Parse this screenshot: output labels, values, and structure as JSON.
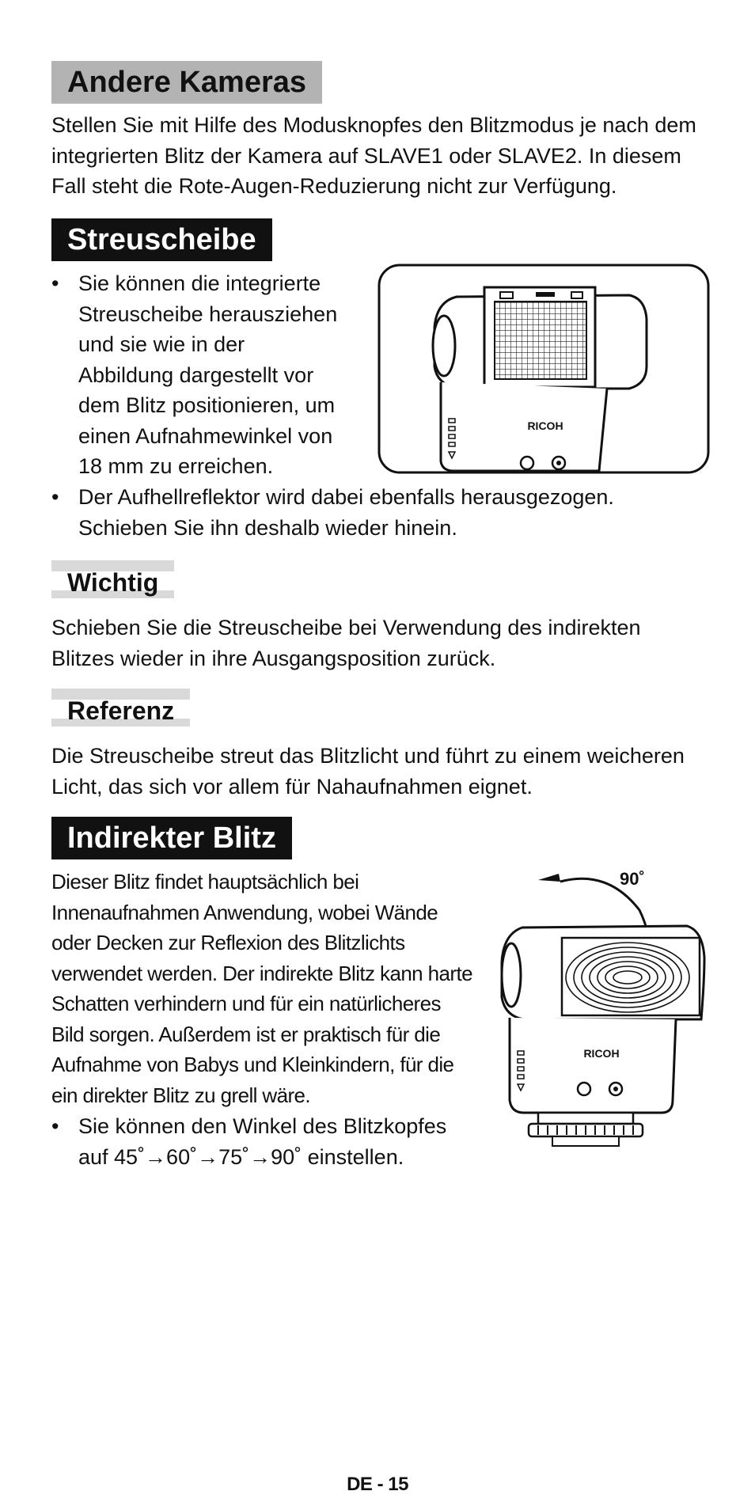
{
  "sections": {
    "andere": {
      "heading": "Andere Kameras",
      "lines": [
        "Stellen Sie mit Hilfe des Modusknopfes den Blitzmodus je nach dem",
        "integrierten Blitz der Kamera auf SLAVE1 oder SLAVE2. In diesem",
        "Fall steht die Rote-Augen-Reduzierung nicht zur Verfügung."
      ]
    },
    "streuscheibe": {
      "heading": "Streuscheibe",
      "bullet_symbol": "•",
      "bullet1_lines": [
        "Sie können die integrierte",
        "Streuscheibe herausziehen",
        "und sie wie in der",
        "Abbildung dargestellt vor",
        "dem Blitz positionieren, um",
        "einen Aufnahmewinkel von",
        "18 mm zu erreichen."
      ],
      "bullet2_lines": [
        "Der Aufhellreflektor wird dabei ebenfalls herausgezogen.",
        "Schieben Sie ihn deshalb wieder hinein."
      ],
      "figure_brand": "RICOH"
    },
    "wichtig": {
      "heading": "Wichtig",
      "lines": [
        "Schieben Sie die Streuscheibe bei Verwendung des indirekten",
        "Blitzes wieder in ihre Ausgangsposition zurück."
      ]
    },
    "referenz": {
      "heading": "Referenz",
      "lines": [
        "Die Streuscheibe streut das Blitzlicht und führt zu einem weicheren",
        "Licht, das sich vor allem für Nahaufnahmen eignet."
      ]
    },
    "indirekt": {
      "heading": "Indirekter Blitz",
      "lines": [
        "Dieser Blitz findet hauptsächlich bei",
        "Innenaufnahmen Anwendung, wobei Wände",
        "oder Decken zur Reflexion des Blitzlichts",
        "verwendet werden. Der indirekte Blitz kann harte",
        "Schatten verhindern und für ein natürlicheres",
        "Bild sorgen. Außerdem ist er praktisch für die",
        "Aufnahme von Babys und Kleinkindern, für die",
        "ein direkter Blitz zu grell wäre."
      ],
      "bullet_symbol": "•",
      "bullet_lines": [
        "Sie können den Winkel des Blitzkopfes",
        "auf 45˚→60˚→75˚→90˚ einstellen."
      ],
      "figure_angle": "90˚",
      "figure_brand": "RICOH"
    }
  },
  "footer": {
    "page_number": "DE - 15"
  }
}
